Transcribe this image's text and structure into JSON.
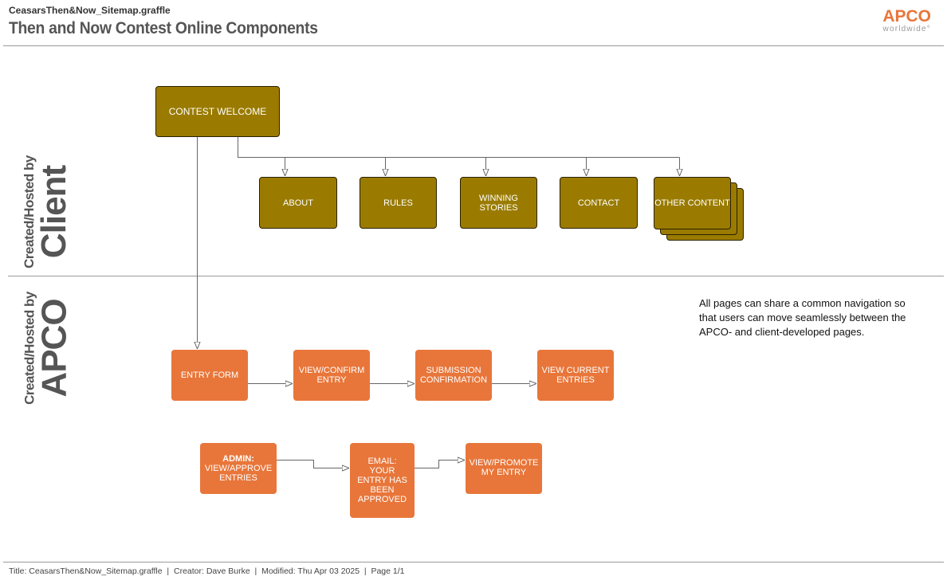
{
  "header": {
    "filename": "CeasarsThen&Now_Sitemap.graffle",
    "title": "Then and Now Contest Online Components",
    "logo_main": "APCO",
    "logo_sub": "worldwide°"
  },
  "lanes": {
    "client": {
      "small": "Created/Hosted by",
      "big": "Client"
    },
    "apco": {
      "small": "Created/Hosted by",
      "big": "APCO"
    }
  },
  "client_nodes": {
    "welcome": "CONTEST WELCOME",
    "about": "ABOUT",
    "rules": "RULES",
    "winning": "WINNING STORIES",
    "contact": "CONTACT",
    "other": "OTHER CONTENT"
  },
  "apco_nodes": {
    "entry_form": "ENTRY FORM",
    "view_confirm": "VIEW/CONFIRM ENTRY",
    "submission": "SUBMISSION CONFIRMATION",
    "view_current": "VIEW CURRENT ENTRIES",
    "admin_bold": "ADMIN:",
    "admin_rest": "VIEW/APPROVE ENTRIES",
    "email": "EMAIL: YOUR ENTRY HAS BEEN APPROVED",
    "promote": "VIEW/PROMOTE MY ENTRY"
  },
  "note": "All pages can share a common navigation so that users can move seamlessly between the APCO- and client-developed pages.",
  "footer": "Title: CeasarsThen&Now_Sitemap.graffle  |  Creator: Dave Burke  |  Modified: Thu Apr 03 2025  |  Page 1/1",
  "colors": {
    "client_box": "#9a7b00",
    "apco_box": "#e8763a",
    "logo": "#e8763a"
  }
}
